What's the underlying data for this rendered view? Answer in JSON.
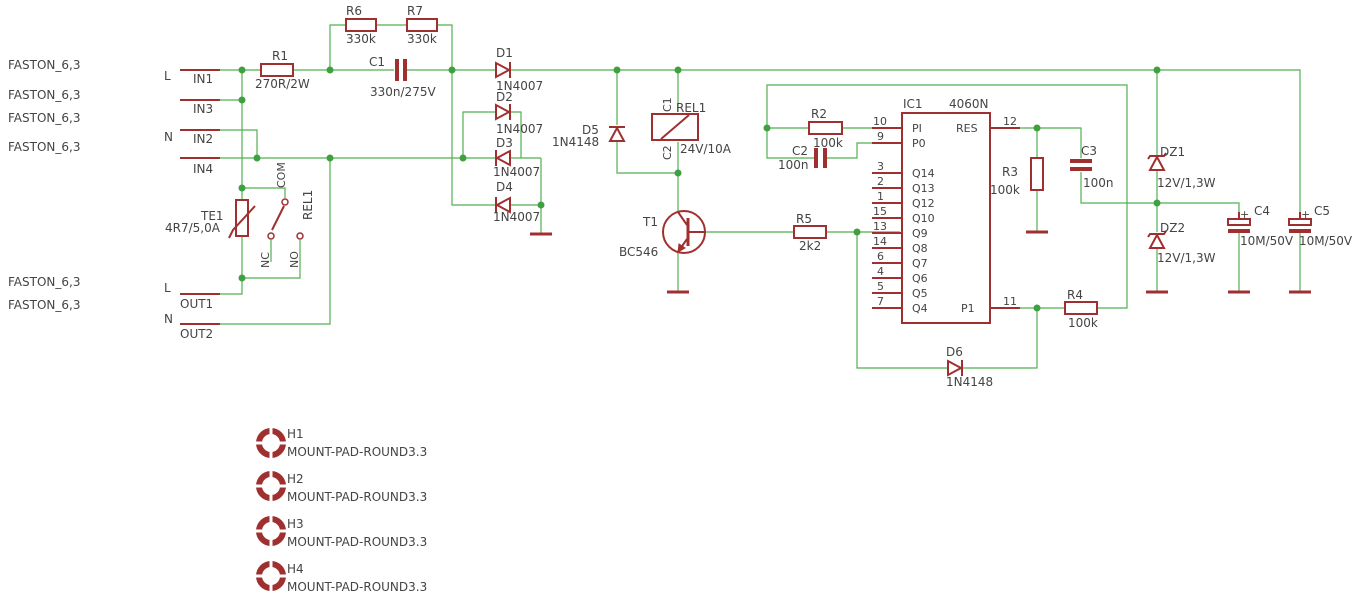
{
  "colors": {
    "wire": "#50b050",
    "component": "#a03030",
    "text": "#444444",
    "background": "#ffffff"
  },
  "connectors": [
    {
      "type": "FASTON_6,3",
      "name": "IN1",
      "net": "L"
    },
    {
      "type": "FASTON_6,3",
      "name": "IN3",
      "net": ""
    },
    {
      "type": "FASTON_6,3",
      "name": "IN2",
      "net": "N"
    },
    {
      "type": "FASTON_6,3",
      "name": "IN4",
      "net": ""
    },
    {
      "type": "FASTON_6,3",
      "name": "OUT1",
      "net": "L"
    },
    {
      "type": "FASTON_6,3",
      "name": "OUT2",
      "net": "N"
    }
  ],
  "parts": {
    "R1": {
      "name": "R1",
      "value": "270R/2W"
    },
    "R6": {
      "name": "R6",
      "value": "330k"
    },
    "R7": {
      "name": "R7",
      "value": "330k"
    },
    "C1": {
      "name": "C1",
      "value": "330n/275V"
    },
    "D1": {
      "name": "D1",
      "value": "1N4007"
    },
    "D2": {
      "name": "D2",
      "value": "1N4007"
    },
    "D3": {
      "name": "D3",
      "value": "1N4007"
    },
    "D4": {
      "name": "D4",
      "value": "1N4007"
    },
    "D5": {
      "name": "D5",
      "value": "1N4148"
    },
    "REL1": {
      "name": "REL1",
      "value": "24V/10A",
      "coil1": "C1",
      "coil2": "C2"
    },
    "REL1SW": {
      "name": "REL1",
      "com": "COM",
      "nc": "NC",
      "no": "NO"
    },
    "TE1": {
      "name": "TE1",
      "value": "4R7/5,0A"
    },
    "T1": {
      "name": "T1",
      "value": "BC546"
    },
    "R5": {
      "name": "R5",
      "value": "2k2"
    },
    "R2": {
      "name": "R2",
      "value": "100k"
    },
    "C2": {
      "name": "C2",
      "value": "100n"
    },
    "IC1": {
      "name": "IC1",
      "value": "4060N"
    },
    "R3": {
      "name": "R3",
      "value": "100k"
    },
    "C3": {
      "name": "C3",
      "value": "100n"
    },
    "R4": {
      "name": "R4",
      "value": "100k"
    },
    "D6": {
      "name": "D6",
      "value": "1N4148"
    },
    "DZ1": {
      "name": "DZ1",
      "value": "12V/1,3W"
    },
    "DZ2": {
      "name": "DZ2",
      "value": "12V/1,3W"
    },
    "C4": {
      "name": "C4",
      "value": "10M/50V"
    },
    "C5": {
      "name": "C5",
      "value": "10M/50V"
    }
  },
  "ic_pins_left": [
    {
      "num": "10",
      "name": "PI"
    },
    {
      "num": "9",
      "name": "P0"
    },
    {
      "num": "3",
      "name": "Q14"
    },
    {
      "num": "2",
      "name": "Q13"
    },
    {
      "num": "1",
      "name": "Q12"
    },
    {
      "num": "15",
      "name": "Q10"
    },
    {
      "num": "13",
      "name": "Q9"
    },
    {
      "num": "14",
      "name": "Q8"
    },
    {
      "num": "6",
      "name": "Q7"
    },
    {
      "num": "4",
      "name": "Q6"
    },
    {
      "num": "5",
      "name": "Q5"
    },
    {
      "num": "7",
      "name": "Q4"
    }
  ],
  "ic_pins_right": [
    {
      "num": "12",
      "name": "RES"
    },
    {
      "num": "11",
      "name": "P1"
    }
  ],
  "mount_pads": [
    {
      "name": "H1",
      "value": "MOUNT-PAD-ROUND3.3"
    },
    {
      "name": "H2",
      "value": "MOUNT-PAD-ROUND3.3"
    },
    {
      "name": "H3",
      "value": "MOUNT-PAD-ROUND3.3"
    },
    {
      "name": "H4",
      "value": "MOUNT-PAD-ROUND3.3"
    }
  ]
}
